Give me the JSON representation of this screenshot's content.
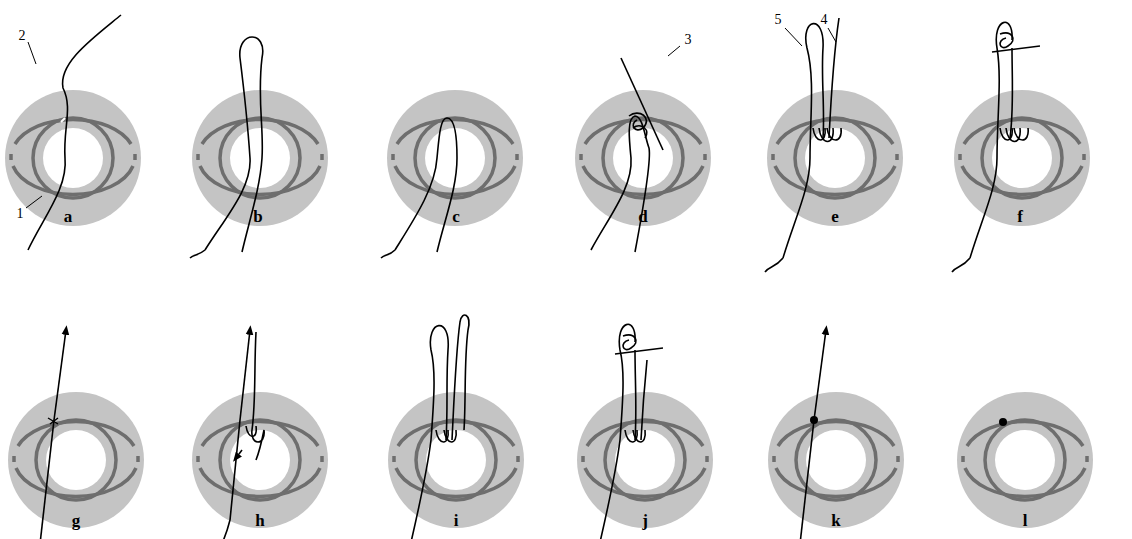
{
  "diagram": {
    "labels": [
      "2",
      "1",
      "a",
      "b",
      "c",
      "3",
      "d",
      "5",
      "4",
      "e",
      "f",
      "g",
      "h",
      "i",
      "j",
      "k",
      "l"
    ]
  }
}
